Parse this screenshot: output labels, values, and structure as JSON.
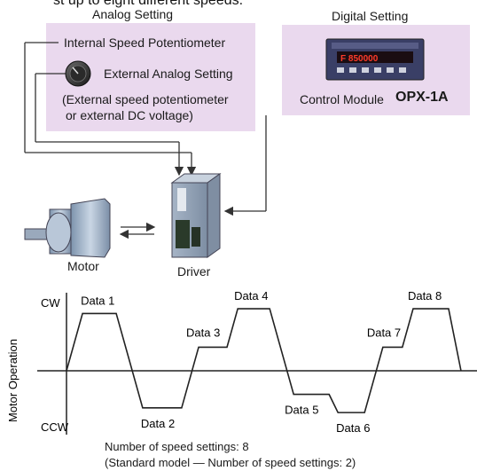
{
  "header": {
    "cutoff_text": "st up to eight different speeds.",
    "analog_title": "Analog Setting",
    "digital_title": "Digital Setting"
  },
  "analog_box": {
    "internal_label": "Internal Speed Potentiometer",
    "external_label": "External Analog Setting",
    "note_line1": "(External speed potentiometer",
    "note_line2": "or external DC voltage)"
  },
  "digital_box": {
    "module_label": "Control Module",
    "module_model": "OPX-1A",
    "display_value": "F 850000"
  },
  "components": {
    "motor_label": "Motor",
    "driver_label": "Driver"
  },
  "chart_data": {
    "type": "line",
    "ylabel": "Motor Operation",
    "y_top_label": "CW",
    "y_bottom_label": "CCW",
    "segments": [
      {
        "name": "Data 1",
        "level": 0.85
      },
      {
        "name": "Data 2",
        "level": -0.55
      },
      {
        "name": "Data 3",
        "level": 0.35
      },
      {
        "name": "Data 4",
        "level": 0.92
      },
      {
        "name": "Data 5",
        "level": -0.35
      },
      {
        "name": "Data 6",
        "level": -0.62
      },
      {
        "name": "Data 7",
        "level": 0.35
      },
      {
        "name": "Data 8",
        "level": 0.92
      }
    ],
    "footnote_line1": "Number of speed settings: 8",
    "footnote_line2": "(Standard model — Number of speed settings: 2)"
  },
  "colors": {
    "panel_fill": "#ead9ee",
    "line": "#222222",
    "arrow": "#333333"
  }
}
